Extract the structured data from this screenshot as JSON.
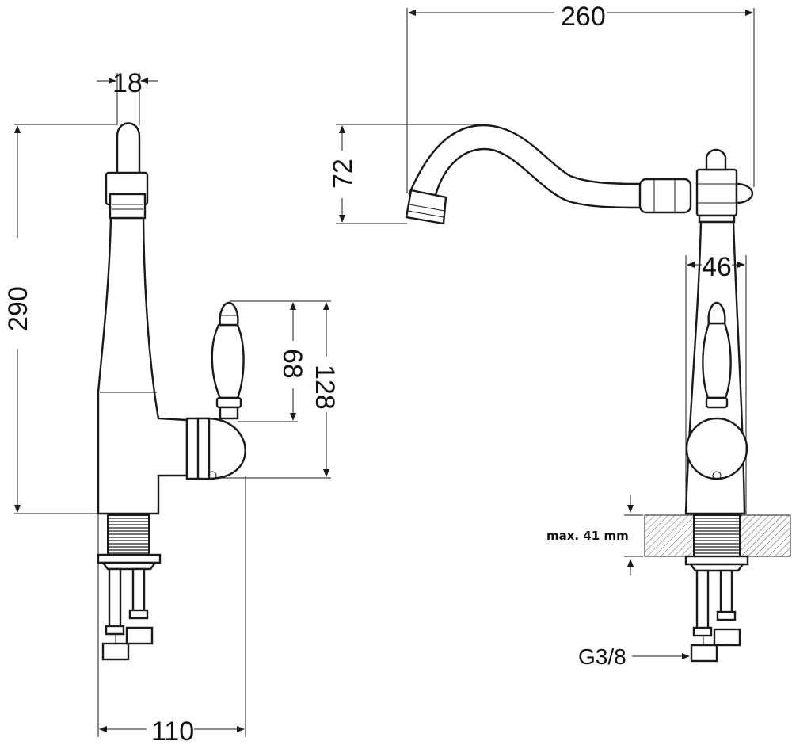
{
  "dimensions": {
    "nozzle_width": "18",
    "total_height": "290",
    "handle_height": "68",
    "handle_total": "128",
    "base_width": "110",
    "spout_reach": "260",
    "spout_height": "72",
    "body_width": "46",
    "max_thickness": "max. 41 mm",
    "connector_thread": "G3/8"
  },
  "colors": {
    "line": "#1a1a1a",
    "background": "#ffffff"
  }
}
